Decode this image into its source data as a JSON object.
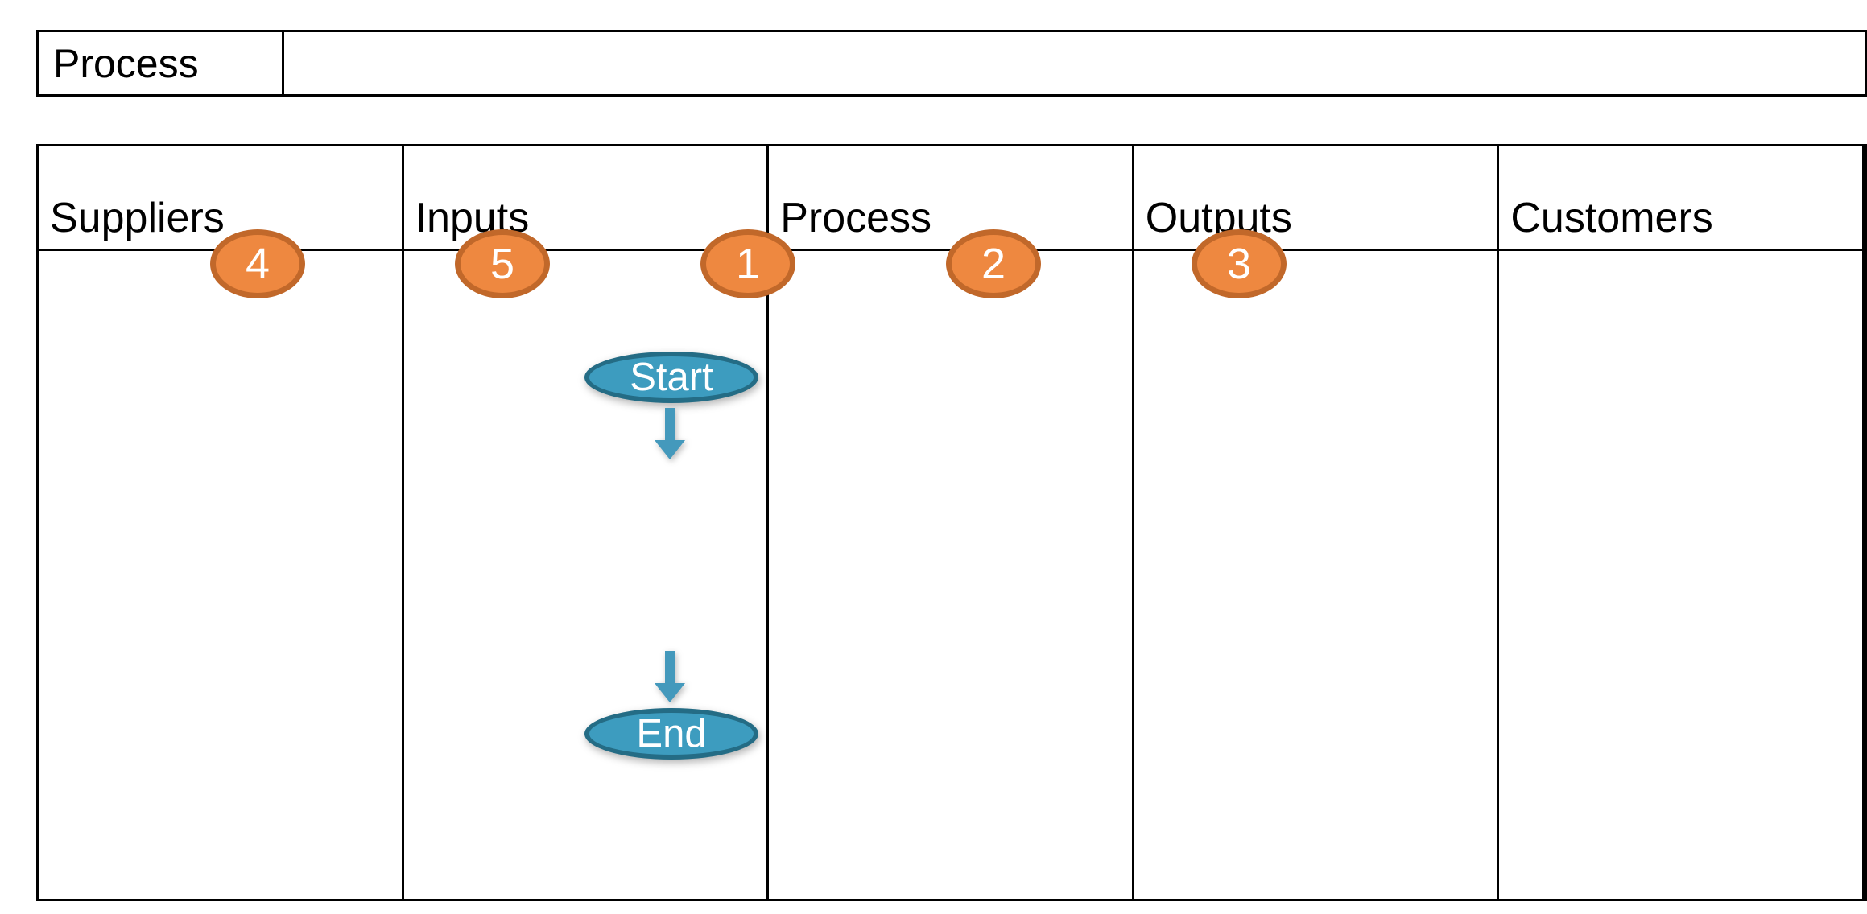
{
  "title_row": {
    "label": "Process",
    "blank_cell": ""
  },
  "table": {
    "columns": [
      {
        "id": "suppliers",
        "header": "Suppliers",
        "badge": "4"
      },
      {
        "id": "inputs",
        "header": "Inputs",
        "badge": "5"
      },
      {
        "id": "process",
        "header": "Process",
        "badge": "1"
      },
      {
        "id": "outputs",
        "header": "Outputs",
        "badge": "2"
      },
      {
        "id": "customers",
        "header": "Customers",
        "badge": "3"
      }
    ]
  },
  "flowchart": {
    "start_label": "Start",
    "end_label": "End",
    "arrow_down_1": "arrow-down-icon",
    "arrow_down_2": "arrow-down-icon"
  },
  "colors": {
    "badge_fill": "#ee8840",
    "badge_border": "#c1682a",
    "badge_text": "#ffffff",
    "node_fill": "#3d9cbf",
    "node_border": "#246c85",
    "node_text": "#ffffff",
    "arrow": "#4499bc",
    "grid_line": "#000000",
    "background": "#ffffff",
    "text": "#000000"
  }
}
